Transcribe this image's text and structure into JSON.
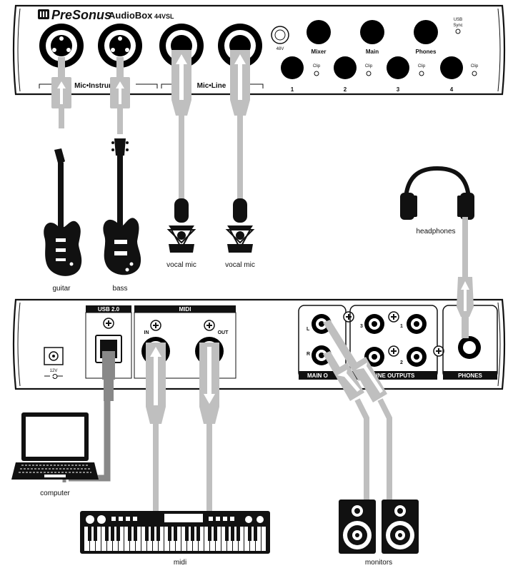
{
  "front_panel": {
    "brand": "PreSonus",
    "model": "AudioBox",
    "model_suffix": "44VSL",
    "section_instrument": "Mic•Instrument",
    "section_line": "Mic•Line",
    "phantom_label": "48V",
    "knob_labels": [
      "Mixer",
      "Main",
      "Phones"
    ],
    "usb_sync_line1": "USB",
    "usb_sync_line2": "Sync",
    "clip_label": "Clip",
    "channel_numbers": [
      "1",
      "2",
      "3",
      "4"
    ]
  },
  "sources": {
    "guitar": "guitar",
    "bass": "bass",
    "vocal_mic_1": "vocal mic",
    "vocal_mic_2": "vocal mic",
    "headphones": "headphones"
  },
  "rear_panel": {
    "usb_header": "USB 2.0",
    "midi_header": "MIDI",
    "midi_in": "IN",
    "midi_out": "OUT",
    "power_label": "12V",
    "main_out_header": "MAIN O",
    "main_out_l": "L",
    "main_out_r": "R",
    "line_outputs_header": "LINE OUTPUTS",
    "line_out_numbers": [
      "3",
      "1",
      "4",
      "2"
    ],
    "phones_header": "PHONES"
  },
  "destinations": {
    "computer": "computer",
    "midi": "midi",
    "monitors": "monitors"
  }
}
